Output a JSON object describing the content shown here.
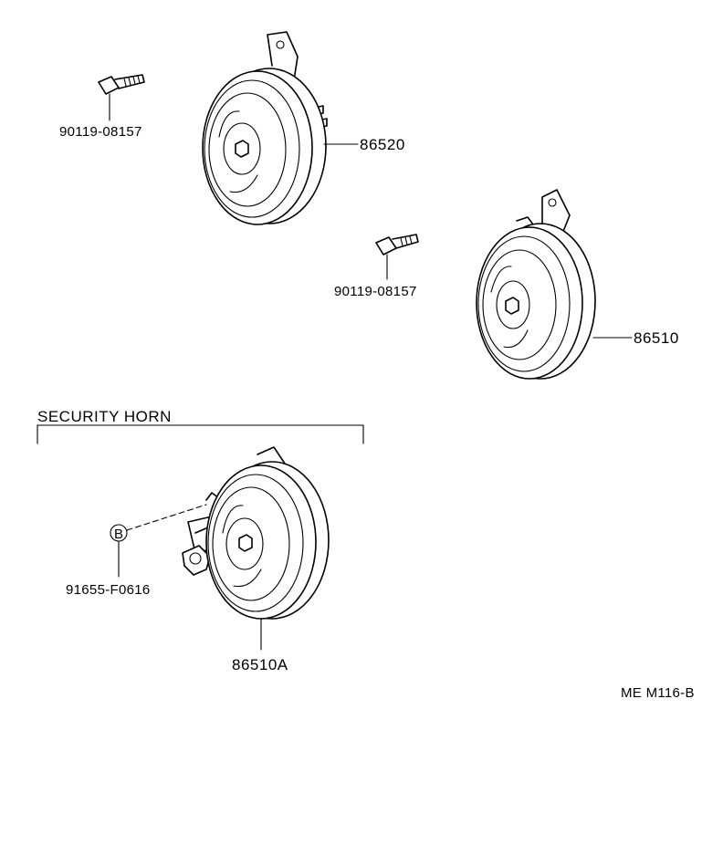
{
  "parts": {
    "bolt_upper": "90119-08157",
    "bolt_middle": "90119-08157",
    "horn_upper": "86520",
    "horn_right": "86510",
    "security_horn": "86510A",
    "clip": "91655-F0616",
    "clip_marker": "B"
  },
  "section": {
    "title": "SECURITY HORN"
  },
  "figure_code": "ME M116-B"
}
